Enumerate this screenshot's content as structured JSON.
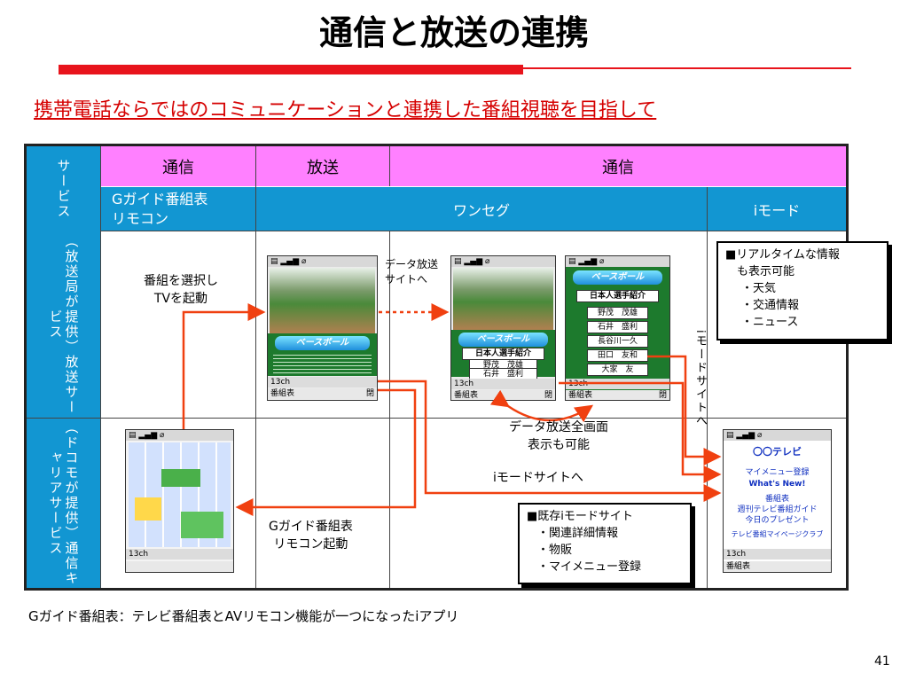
{
  "title": "通信と放送の連携",
  "subtitle": "携帯電話ならではのコミュニケーションと連携した番組視聴を目指して",
  "table": {
    "service_label": "サービス",
    "row1_label": "（放送局が提供）放送サービス",
    "row2_label": "（ドコモが提供）通信キャリアサービス",
    "top_headers": [
      "通信",
      "放送",
      "通信"
    ],
    "sub_headers": [
      "Gガイド番組表\nリモコン",
      "ワンセグ",
      "iモード"
    ]
  },
  "phones": {
    "status_channel": "13ch",
    "bottom_left": "番組表",
    "bottom_right": "閉",
    "baseball_banner": "ベースボール",
    "player_header": "日本人選手紹介",
    "players": [
      "野茂　茂雄",
      "石井　盛利",
      "長谷川一久",
      "田口　友和",
      "大家　友"
    ],
    "players_short": [
      "野茂　茂雄",
      "石井　盛利"
    ],
    "imode_title": "〇〇テレビ",
    "imode_items": [
      "マイメニュー登録",
      "What's New!",
      "番組表",
      "週刊テレビ番組ガイド",
      "今日のプレゼント",
      "テレビ番組マイページクラブ"
    ]
  },
  "notes": {
    "select_program": "番組を選択し\nTVを起動",
    "data_broadcast_site": "データ放送\nサイトへ",
    "fullscreen": "データ放送全画面\n表示も可能",
    "imode_site": "iモードサイトへ",
    "imode_site_vertical": "iモードサイトへ",
    "gguide_remote": "Gガイド番組表\nリモコン起動"
  },
  "box_realtime": {
    "heading": "■リアルタイムな情報\n　も表示可能",
    "items": [
      "・天気",
      "・交通情報",
      "・ニュース"
    ]
  },
  "box_existing": {
    "heading": "■既存iモードサイト",
    "items": [
      "・関連詳細情報",
      "・物販",
      "・マイメニュー登録"
    ]
  },
  "footer": "Gガイド番組表：テレビ番組表とAVリモコン機能が一つになったiアプリ",
  "page_number": "41",
  "colors": {
    "accent_red": "#e8141c",
    "header_blue": "#1296d2",
    "header_pink": "#ff80ff",
    "arrow": "#f04010"
  }
}
